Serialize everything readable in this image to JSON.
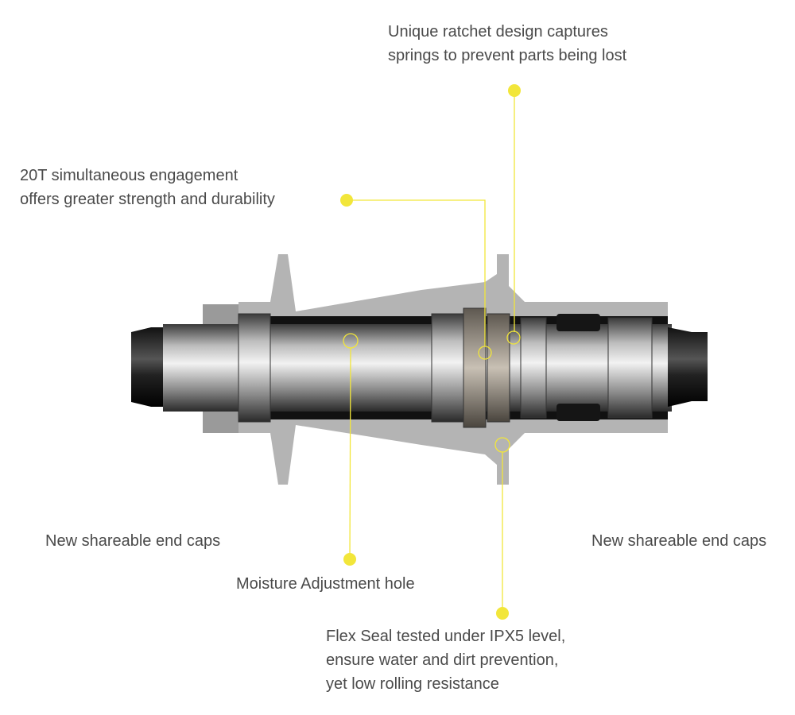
{
  "accent_color": "#f2e63a",
  "callouts": {
    "ratchet": {
      "lines": [
        "Unique ratchet design captures",
        "springs to prevent parts being lost"
      ]
    },
    "engagement": {
      "lines": [
        "20T simultaneous engagement",
        "offers greater strength and durability"
      ]
    },
    "end_caps_left": {
      "text": "New shareable end caps"
    },
    "end_caps_right": {
      "text": "New shareable end caps"
    },
    "moisture": {
      "text": "Moisture Adjustment hole"
    },
    "flex_seal": {
      "lines": [
        "Flex Seal tested under IPX5 level,",
        "ensure water and dirt prevention,",
        "yet low rolling resistance"
      ]
    }
  }
}
